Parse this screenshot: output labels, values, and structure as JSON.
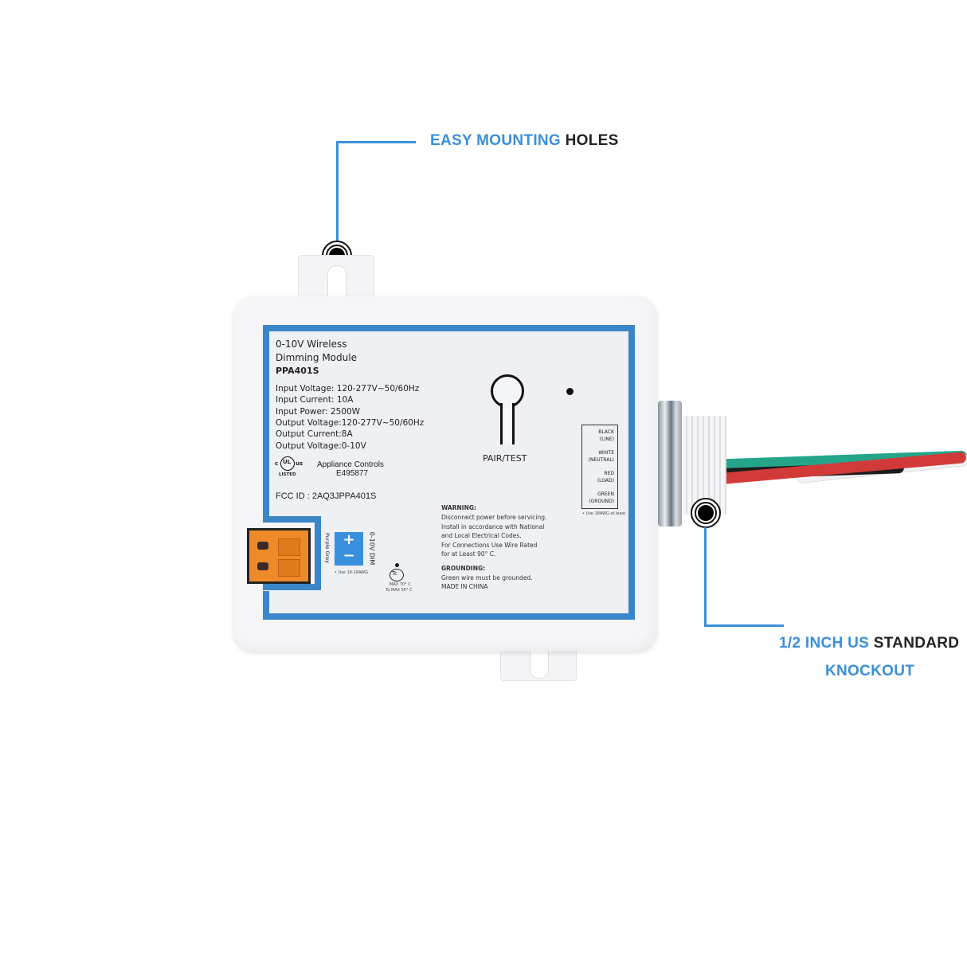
{
  "callouts": {
    "top": {
      "highlight": "EASY MOUNTING",
      "rest": "HOLES"
    },
    "bottom": {
      "line1_highlight": "1/2 INCH US",
      "line1_rest": "STANDARD",
      "line2_highlight": "KNOCKOUT"
    }
  },
  "label": {
    "title_line1": "0-10V  Wireless",
    "title_line2": "Dimming Module",
    "model": "PPA401S",
    "specs": [
      "Input  Voltage: 120-277V~50/60Hz",
      "Input  Current: 10A",
      "Input  Power: 2500W",
      "Output Voltage:120-277V~50/60Hz",
      "Output Current:8A",
      "Output Voltage:0-10V"
    ],
    "ul_mark": {
      "c": "c",
      "ul": "UL",
      "us": "us",
      "listed": "LISTED"
    },
    "cert_line1": "Appliance Controls",
    "cert_line2": "E495877",
    "fcc": "FCC ID : 2AQ3JPPA401S",
    "button_label": "PAIR/TEST",
    "wire_table": [
      {
        "color": "BLACK",
        "role": "(LINE)"
      },
      {
        "color": "WHITE",
        "role": "(NEUTRAL)"
      },
      {
        "color": "RED",
        "role": "(LOAD)"
      },
      {
        "color": "GREEN",
        "role": "(GROUND)"
      }
    ],
    "wire_note": "• Use 18AWG at least.",
    "warning_title": "WARNING:",
    "warning_lines": [
      "Disconnect power before servicing.",
      "Install in accordance with National",
      "and Local Electrical Codes.",
      "For Connections Use Wire Rated",
      "for at Least 90° C."
    ],
    "grounding_title": "GROUNDING:",
    "grounding_lines": [
      "Green wire must be grounded.",
      "MADE IN CHINA"
    ],
    "dim": {
      "plus": "+",
      "minus": "−",
      "label": "0-10V DIM",
      "wires": "Purple  Grey",
      "note": "• Use 18-18AWG"
    },
    "tc": {
      "symbol": "Tc",
      "line1": "MAX 70° C",
      "line2": "Ta MAX 55° C"
    }
  },
  "colors": {
    "accent": "#3a8fdc",
    "label_border": "#3a86c8",
    "terminal": "#ef8a2a"
  }
}
